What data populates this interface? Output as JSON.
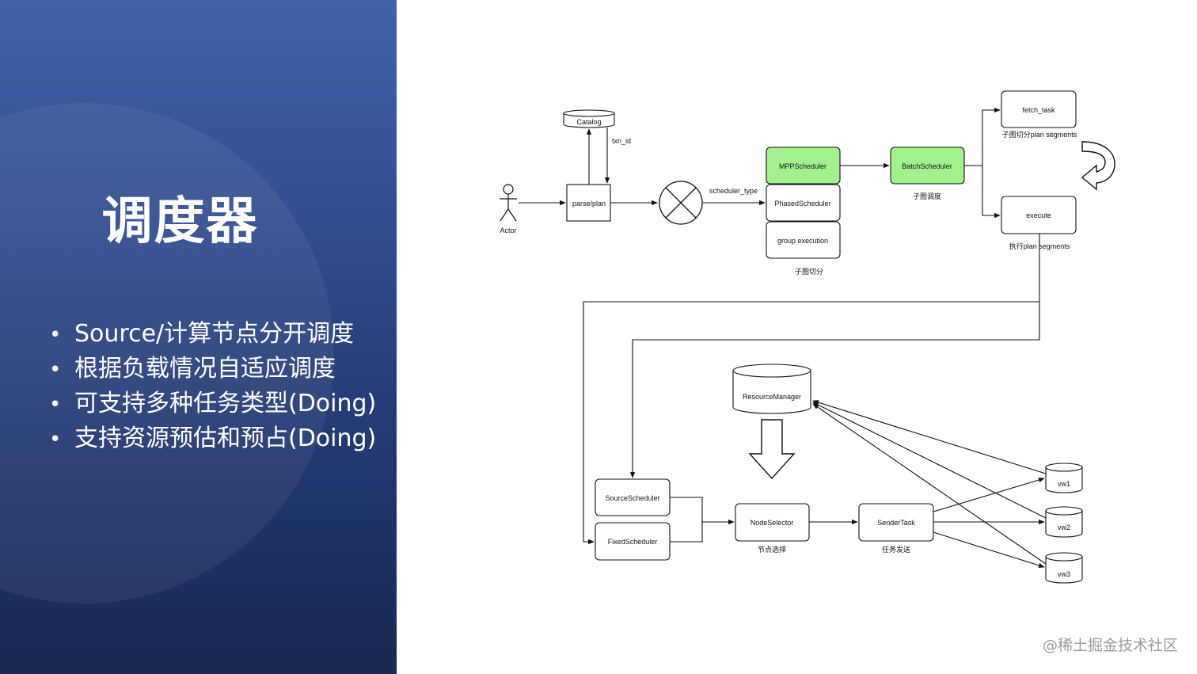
{
  "slide": {
    "title": "调度器",
    "bullets": [
      "Source/计算节点分开调度",
      "根据负载情况自适应调度",
      "可支持多种任务类型(Doing)",
      "支持资源预估和预占(Doing)"
    ]
  },
  "diagram": {
    "actor": "Actor",
    "catalog": "Catalog",
    "txn_id": "txn_id",
    "parse_plan": "parse/plan",
    "scheduler_type": "scheduler_type",
    "mpp_scheduler": "MPPScheduler",
    "phased_scheduler": "PhasedScheduler",
    "group_execution": "group execution",
    "subgraph_split": "子图切分",
    "batch_scheduler": "BatchScheduler",
    "subgraph_schedule": "子图调度",
    "fetch_task": "fetch_task",
    "fetch_caption": "子图切分plan segments",
    "execute": "execute",
    "execute_caption": "执行plan segments",
    "resource_manager": "ResourceManager",
    "source_scheduler": "SourceScheduler",
    "fixed_scheduler": "FixedScheduler",
    "node_selector": "NodeSelector",
    "node_select_caption": "节点选择",
    "sender_task": "SenderTask",
    "sender_caption": "任务发送",
    "vw1": "vw1",
    "vw2": "vw2",
    "vw3": "vw3",
    "highlight_color": "#a3f08f"
  },
  "watermark": "@稀土掘金技术社区"
}
